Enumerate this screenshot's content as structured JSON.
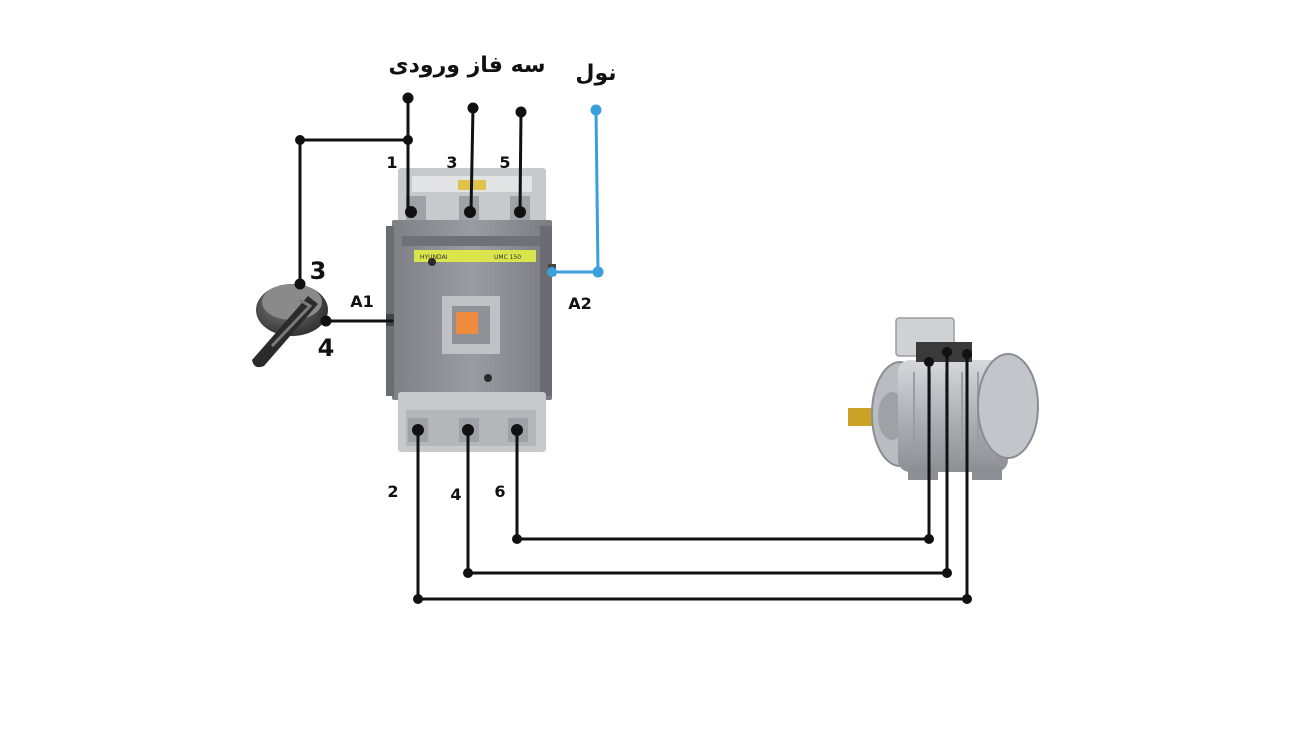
{
  "title": "سه فاز ورودی",
  "neutral_label": "نول",
  "contactor": {
    "top_terminals": [
      "1",
      "3",
      "5"
    ],
    "bottom_terminals": [
      "2",
      "4",
      "6"
    ],
    "coil_left": "A1",
    "coil_right": "A2",
    "brand_text": "HYUNDAI",
    "model_text": "UMC 150"
  },
  "switch": {
    "terminal_top": "3",
    "terminal_bottom": "4"
  },
  "colors": {
    "wire": "#111111",
    "neutral_wire": "#3aa0dc",
    "contactor_body": "#8e9096",
    "nameplate": "#d9e54a",
    "coil_button": "#f08a3c"
  },
  "icons": {
    "switch": "rotary-switch-icon",
    "motor": "three-phase-motor-icon"
  }
}
